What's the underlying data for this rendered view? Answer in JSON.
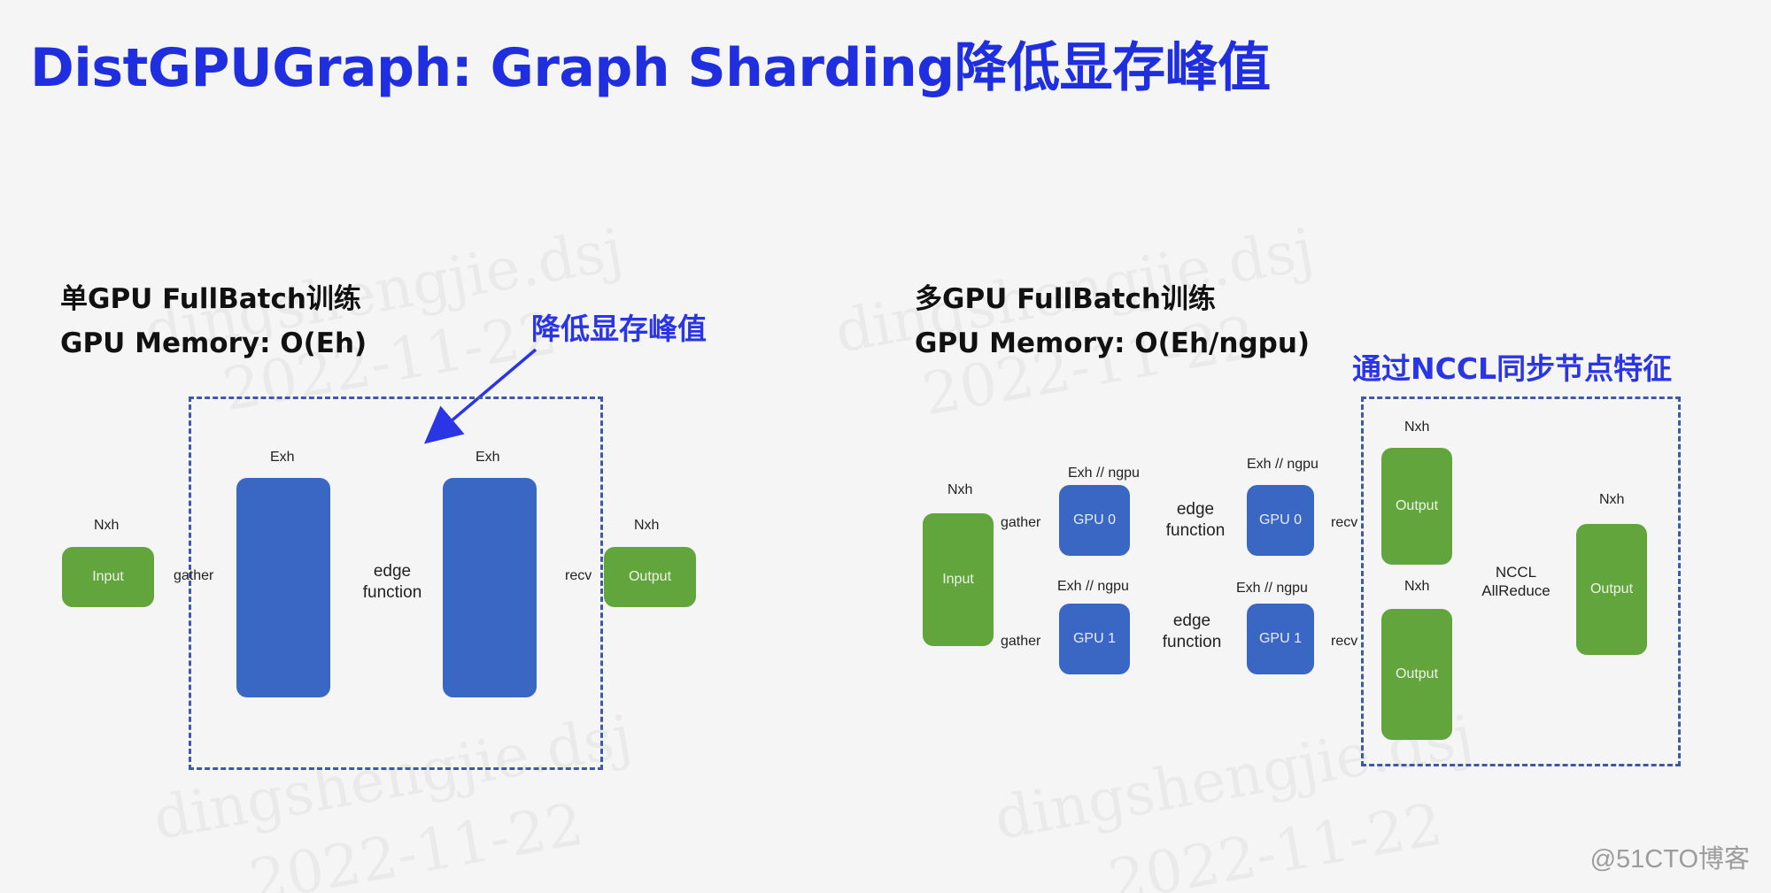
{
  "title": "DistGPUGraph: Graph Sharding降低显存峰值",
  "watermark": {
    "name": "dingshengjie.dsj",
    "date": "2022-11-22"
  },
  "credit": "@51CTO博客",
  "left_panel": {
    "heading": "单GPU FullBatch训练",
    "memory": "GPU Memory: O(Eh)",
    "callout": "降低显存峰值",
    "input": {
      "dim": "Nxh",
      "label": "Input"
    },
    "gather_label": "gather",
    "edge_tensors": [
      {
        "dim": "Exh"
      },
      {
        "dim": "Exh"
      }
    ],
    "edge_function": "edge function",
    "recv_label": "recv",
    "output": {
      "dim": "Nxh",
      "label": "Output"
    }
  },
  "right_panel": {
    "heading": "多GPU FullBatch训练",
    "memory": "GPU Memory: O(Eh/ngpu)",
    "callout": "通过NCCL同步节点特征",
    "input": {
      "dim": "Nxh",
      "label": "Input"
    },
    "rows": [
      {
        "gather_label": "gather",
        "gpu_a": {
          "dim": "Exh // ngpu",
          "label": "GPU 0"
        },
        "edge_function": "edge function",
        "gpu_b": {
          "dim": "Exh // ngpu",
          "label": "GPU 0"
        },
        "recv_label": "recv",
        "output": {
          "dim": "Nxh",
          "label": "Output"
        }
      },
      {
        "gather_label": "gather",
        "gpu_a": {
          "dim": "Exh // ngpu",
          "label": "GPU 1"
        },
        "edge_function": "edge function",
        "gpu_b": {
          "dim": "Exh // ngpu",
          "label": "GPU 1"
        },
        "recv_label": "recv",
        "output": {
          "dim": "Nxh",
          "label": "Output"
        }
      }
    ],
    "allreduce": "NCCL AllReduce",
    "final_output": {
      "dim": "Nxh",
      "label": "Output"
    }
  },
  "colors": {
    "title": "#1f2fe0",
    "callout": "#2a35e6",
    "node_green": "#63a53d",
    "node_blue": "#3b67c4",
    "dashed_border": "#3c5aa6"
  }
}
